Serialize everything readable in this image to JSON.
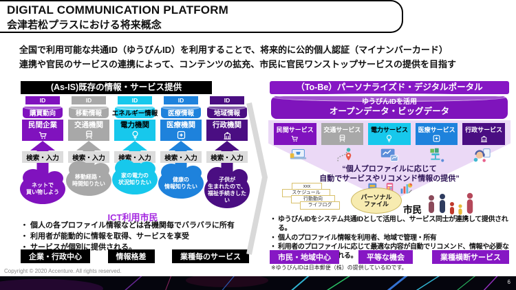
{
  "header": {
    "title": "DIGITAL COMMUNICATION PLATFORM",
    "subtitle": "会津若松プラスにおける将来概念"
  },
  "intro": {
    "line1": "全国で利用可能な共通ID（ゆうびんID）を利用することで、将来的に公的個人認証（マイナンバーカード）",
    "line2": "連携や官民のサービスの連携によって、コンテンツの拡充、市民に官民ワンストップサービスの提供を目指す"
  },
  "as_is": {
    "header": "(As-IS)既存の情報・サービス提供",
    "columns": [
      {
        "id_label": "ID",
        "data_label": "購買動向",
        "org_label": "民間企業",
        "icon": "shopping-cart",
        "color": "#8012BE",
        "text_color": "#FFFFFF",
        "search_label": "検索・入力",
        "bubble": "ネットで\n買い物しよう"
      },
      {
        "id_label": "ID",
        "data_label": "移動情報",
        "org_label": "交通機関",
        "icon": "train",
        "color": "#A8A8A8",
        "text_color": "#FFFFFF",
        "search_label": "検索・入力",
        "bubble": "移動経路・\n時間知りたい"
      },
      {
        "id_label": "ID",
        "data_label": "エネルギー情報",
        "org_label": "電力機関",
        "icon": "power",
        "color": "#17C8EC",
        "text_color": "#000000",
        "search_label": "検索・入力",
        "bubble": "家の電力の\n状況知りたい"
      },
      {
        "id_label": "ID",
        "data_label": "医療情報",
        "org_label": "医療機関",
        "icon": "medical-cross",
        "color": "#1E82DC",
        "text_color": "#FFFFFF",
        "search_label": "検索・入力",
        "bubble": "健康の\n情報知りたい"
      },
      {
        "id_label": "ID",
        "data_label": "地域情報",
        "org_label": "行政機関",
        "icon": "government-building",
        "color": "#4A0E82",
        "text_color": "#FFFFFF",
        "search_label": "検索・入力",
        "bubble": "子供が\n生まれたので、\n福祉手続きしたい"
      }
    ],
    "ict_label": "ICT利用市民",
    "bullets": [
      "個人の各プロファイル情報などは各機関毎でバラバラに所有",
      "利用者が能動的に情報を取得、サービスを享受",
      "サービスが個別に提供される。"
    ],
    "tags": [
      "企業・行政中心",
      "情報格差",
      "業種毎のサービス"
    ]
  },
  "to_be": {
    "header": "（To-Be）パーソナライズド・デジタルポータル",
    "cylinder_line1": "ゆうびんIDを活用",
    "cylinder_line2": "オープンデータ・ビッグデータ",
    "services": [
      {
        "label": "民間サービス",
        "icon": "shopping-cart",
        "color": "#8012BE",
        "text_color": "#FFFFFF"
      },
      {
        "label": "交通サービス",
        "icon": "train",
        "color": "#A8A8A8",
        "text_color": "#FFFFFF"
      },
      {
        "label": "電力サービス",
        "icon": "power",
        "color": "#17C8EC",
        "text_color": "#000000"
      },
      {
        "label": "医療サービス",
        "icon": "medical-cross",
        "color": "#1E82DC",
        "text_color": "#FFFFFF"
      },
      {
        "label": "行政サービス",
        "icon": "government-building",
        "color": "#4A0E82",
        "text_color": "#FFFFFF"
      }
    ],
    "quote_line1": "“個人プロファイルに応じて",
    "quote_line2": "自動でサービスやリコメンド情報の提供”",
    "profile_stack": [
      "xxx",
      "スケジュール",
      "行動動向",
      "ライフログ"
    ],
    "personal_file_label": "パーソナル\nファイル",
    "citizen_label": "市民",
    "bullets": [
      "ゆうびんIDをシステム共通IDとして活用し、サービス同士が連携して提供される。",
      "個人のプロファイル情報を利用者、地域で管理・所有",
      "利用者のプロファイルに応じて最適な内容が自動でリコメンド、情報や必要なサービスが提供等される。"
    ],
    "tags": [
      "市民・地域中心",
      "平等な機会",
      "業種横断サービス"
    ],
    "footnote": "※ゆうびんIDは日本郵便（株）の提供しているIDです。"
  },
  "footer": {
    "copyright": "Copyright © 2020 Accenture. All rights reserved.",
    "page_number": "6"
  },
  "colors": {
    "accent_purple": "#8617C4",
    "cylinder_purple": "#7F14BC",
    "lavender": "#EBD9F6",
    "ict_text": "#A428E0",
    "black_bar": "#000000"
  }
}
